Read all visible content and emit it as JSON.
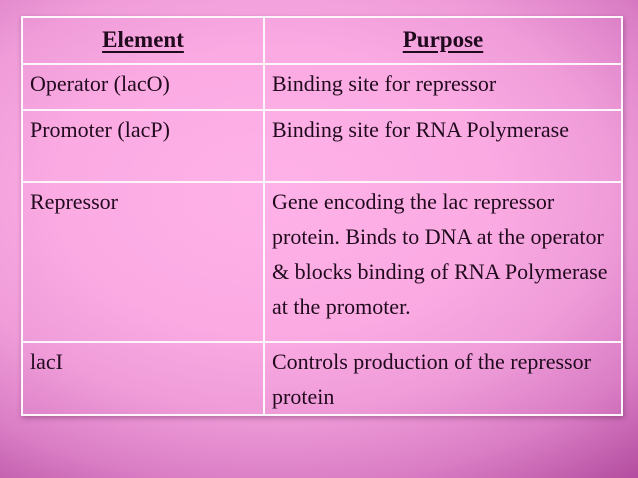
{
  "theme": {
    "bg_center": "#feb2e8",
    "bg_mid": "#d97cc4",
    "bg_edge": "#98287f",
    "bg_corner": "#7c1b60",
    "table_border": "#fdf6fc",
    "text": "#200a1e"
  },
  "slide": {
    "table": {
      "headers": {
        "element": "Element",
        "purpose": "Purpose"
      },
      "rows": [
        {
          "element": "Operator (lacO)",
          "purpose": "Binding site for repressor"
        },
        {
          "element": "Promoter (lacP)",
          "purpose": "Binding site for RNA Polymerase"
        },
        {
          "element": "Repressor",
          "purpose": "Gene encoding the lac repressor protein. Binds to DNA at the operator & blocks binding of RNA Polymerase at the promoter."
        },
        {
          "element": "lacI",
          "purpose": "Controls production of the repressor protein"
        }
      ]
    }
  }
}
